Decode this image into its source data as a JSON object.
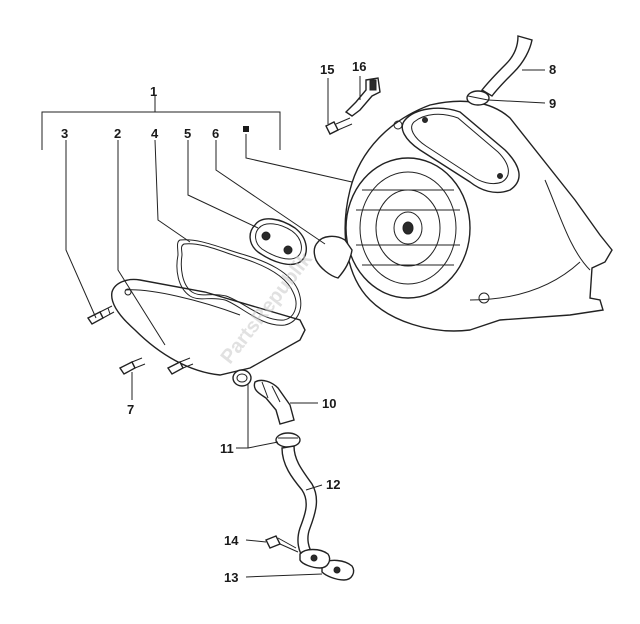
{
  "callouts": {
    "c1": "1",
    "c2": "2",
    "c3": "3",
    "c4": "4",
    "c5": "5",
    "c6": "6",
    "c7": "7",
    "c8": "8",
    "c9": "9",
    "c10": "10",
    "c11": "11",
    "c12": "12",
    "c13": "13",
    "c14": "14",
    "c15": "15",
    "c16": "16"
  },
  "watermark": "PartsRepublik"
}
